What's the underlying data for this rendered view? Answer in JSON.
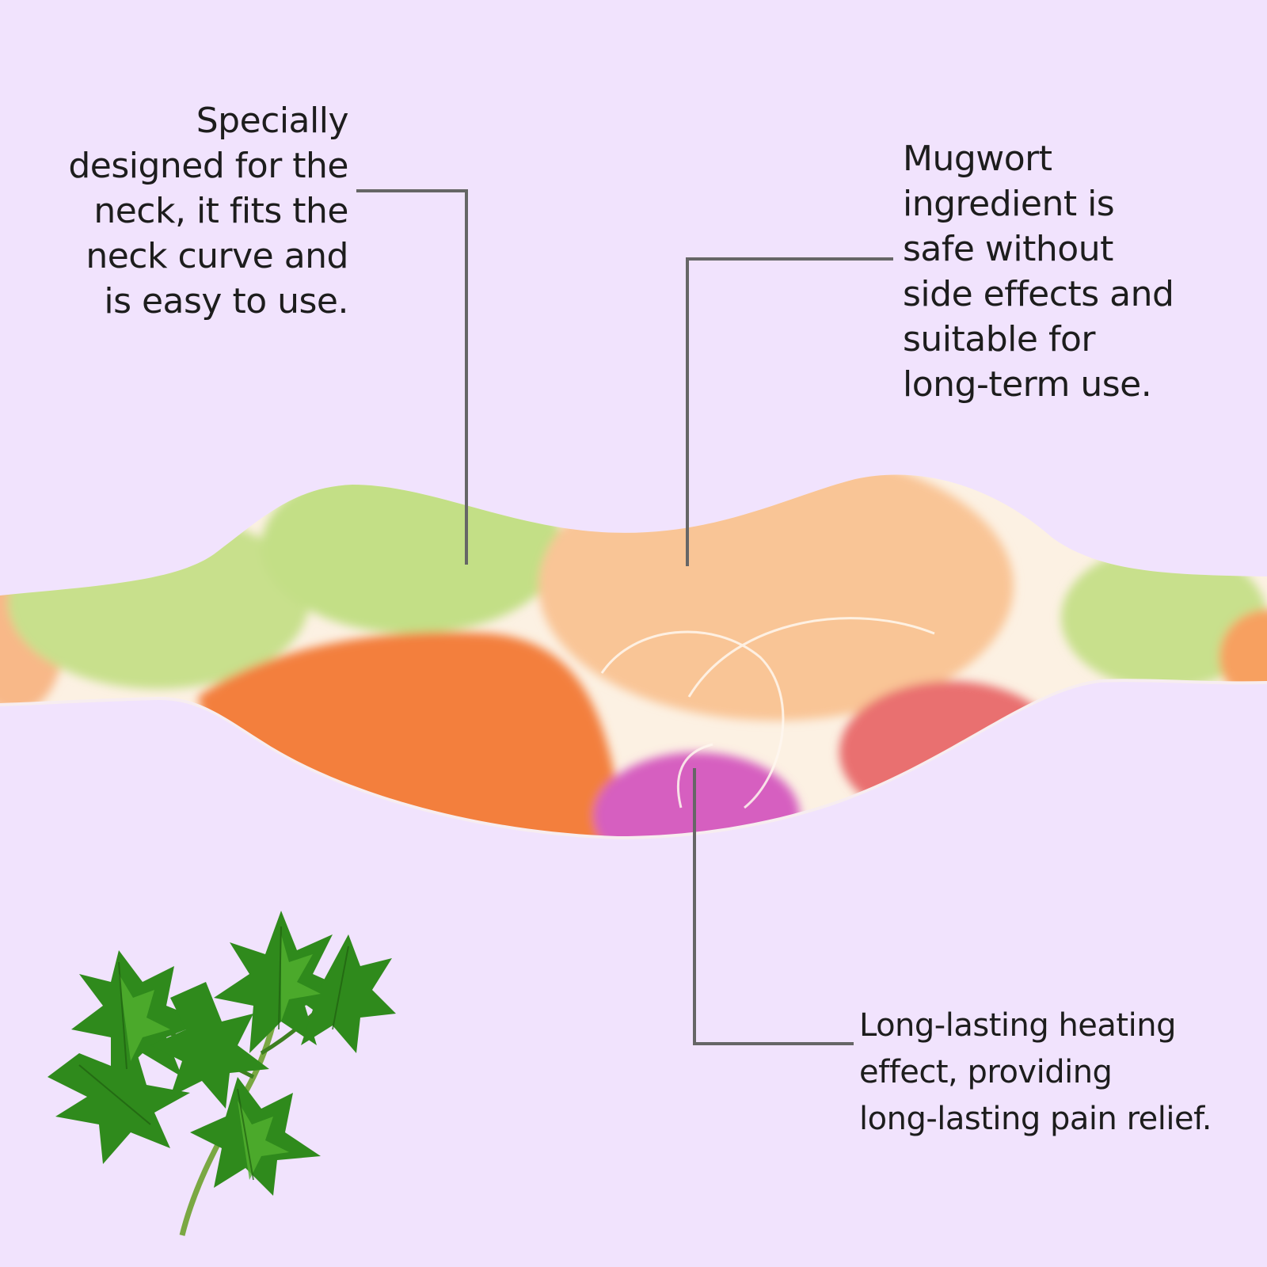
{
  "callouts": {
    "neck_fit": "Specially\ndesigned for the\nneck, it fits the\nneck curve and\nis easy to use.",
    "mugwort_safe": "Mugwort\ningredient is\nsafe without\nside effects and\nsuitable for\nlong-term use.",
    "long_lasting_heat": "Long-lasting heating\neffect, providing\nlong-lasting pain relief."
  },
  "colors": {
    "background": "#f1e3fd",
    "leader_line": "#666666",
    "text": "#1d1d1d"
  },
  "icons": [
    "neck-patch-image",
    "mugwort-leaf-image"
  ]
}
